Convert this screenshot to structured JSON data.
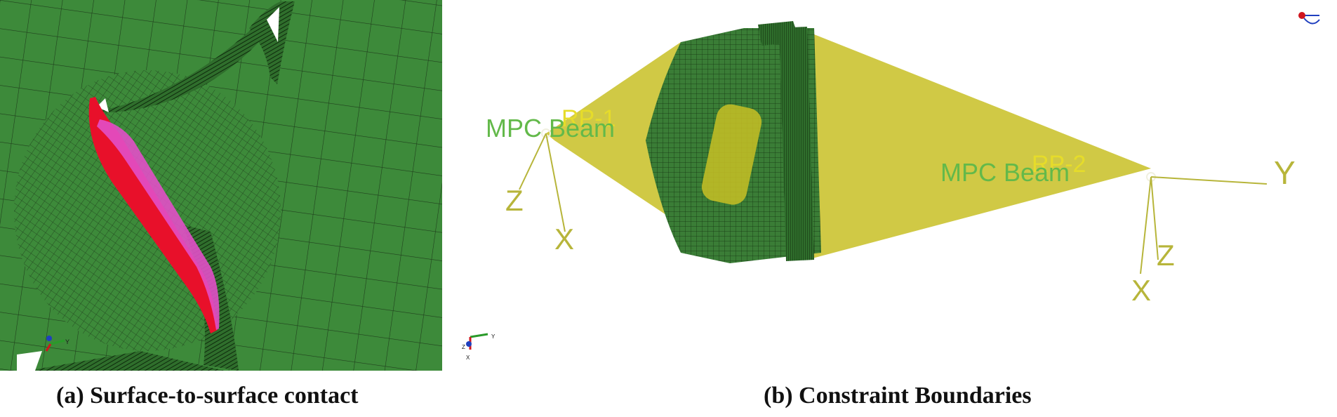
{
  "panel_a": {
    "caption": "(a) Surface-to-surface contact",
    "triad": {
      "axis_y": "Y"
    },
    "colors": {
      "mesh": "#3d8a3a",
      "mesh_line": "#1f3f1c",
      "contact_red": "#e8102a",
      "contact_magenta": "#e24fc8"
    }
  },
  "panel_b": {
    "caption": "(b) Constraint Boundaries",
    "mpc_label_left": "MPC Beam",
    "mpc_label_right": "MPC Beam",
    "rp_left": "RP-1",
    "rp_right": "RP-2",
    "axes_left": {
      "z": "Z",
      "x": "X"
    },
    "axes_right": {
      "y": "Y",
      "z": "Z",
      "x": "X"
    },
    "triad": {
      "y": "Y",
      "z": "Z",
      "x": "X"
    },
    "colors": {
      "beam": "#c8c024",
      "mesh": "#3a7d36",
      "label_green": "#63b94a",
      "axis": "#b7b53a"
    }
  }
}
